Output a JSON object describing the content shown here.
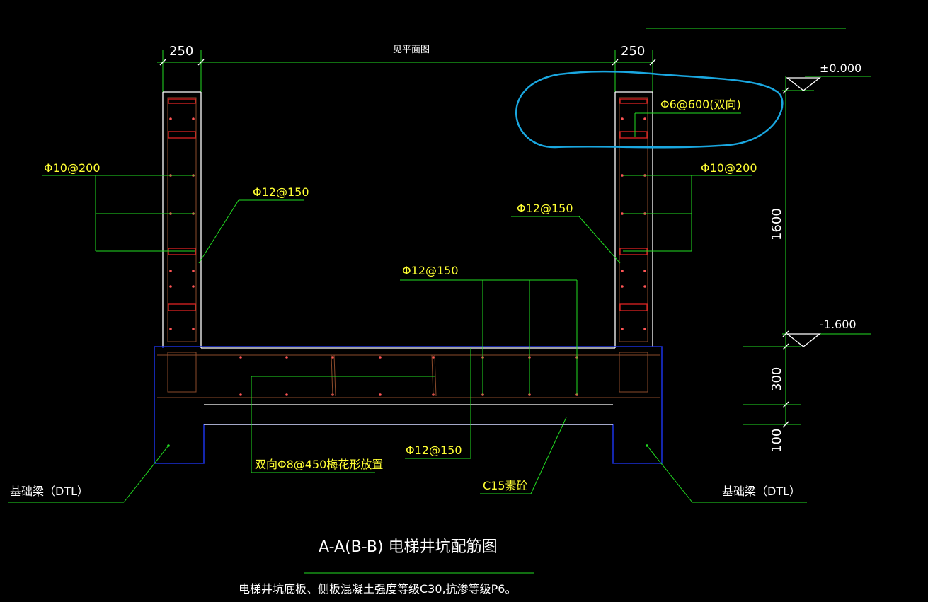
{
  "drawing": {
    "dim_left_wall": "250",
    "dim_right_wall": "250",
    "dim_see_plan": "见平面图",
    "level_top": "±0.000",
    "level_pit": "-1.600",
    "dim_depth": "1600",
    "dim_slab": "300",
    "dim_cushion": "100",
    "rebar_left_horizontal": "Φ10@200",
    "rebar_right_horizontal": "Φ10@200",
    "rebar_left_vertical": "Φ12@150",
    "rebar_right_vertical": "Φ12@150",
    "rebar_slab_top": "Φ12@150",
    "rebar_slab_bottom": "Φ12@150",
    "rebar_tie": "Φ6@600(双向)",
    "rebar_tie_pattern": "双向Φ8@450梅花形放置",
    "cushion_label": "C15素砼",
    "beam_left": "基础梁（DTL）",
    "beam_right": "基础梁（DTL）",
    "title": "A-A(B-B) 电梯井坑配筋图",
    "note": "电梯井坑底板、侧板混凝土强度等级C30,抗渗等级P6。"
  },
  "colors": {
    "background": "#000000",
    "leader_lines": "#22dd22",
    "concrete_outline": "#ffffff",
    "beam_outline": "#1a2fd6",
    "rebar": "#dd2222",
    "highlight": "#1aa7e0",
    "label_text": "#ffff33"
  }
}
